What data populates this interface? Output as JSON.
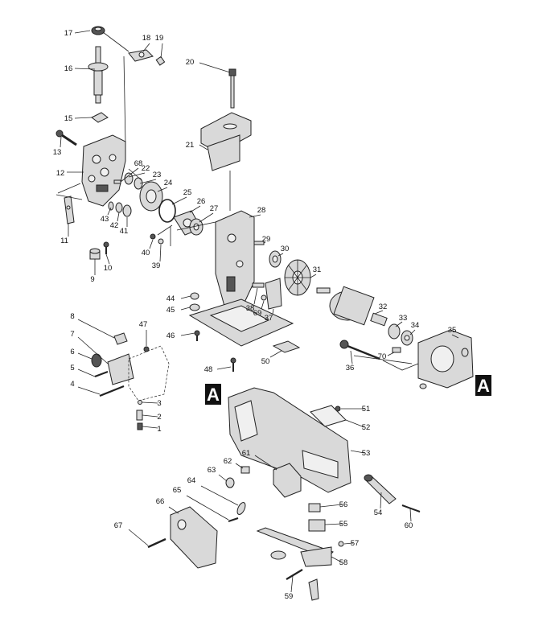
{
  "diagram": {
    "labels": [
      "1",
      "2",
      "3",
      "4",
      "5",
      "6",
      "7",
      "8",
      "9",
      "10",
      "11",
      "12",
      "13",
      "15",
      "16",
      "17",
      "18",
      "19",
      "20",
      "21",
      "22",
      "23",
      "24",
      "25",
      "26",
      "27",
      "28",
      "29",
      "30",
      "31",
      "32",
      "33",
      "34",
      "35",
      "36",
      "37",
      "38",
      "39",
      "40",
      "41",
      "42",
      "43",
      "44",
      "45",
      "46",
      "47",
      "48",
      "50",
      "51",
      "52",
      "53",
      "54",
      "55",
      "56",
      "57",
      "58",
      "59",
      "60",
      "61",
      "62",
      "63",
      "64",
      "65",
      "66",
      "67",
      "68",
      "69",
      "70"
    ],
    "section_marker": "A"
  }
}
